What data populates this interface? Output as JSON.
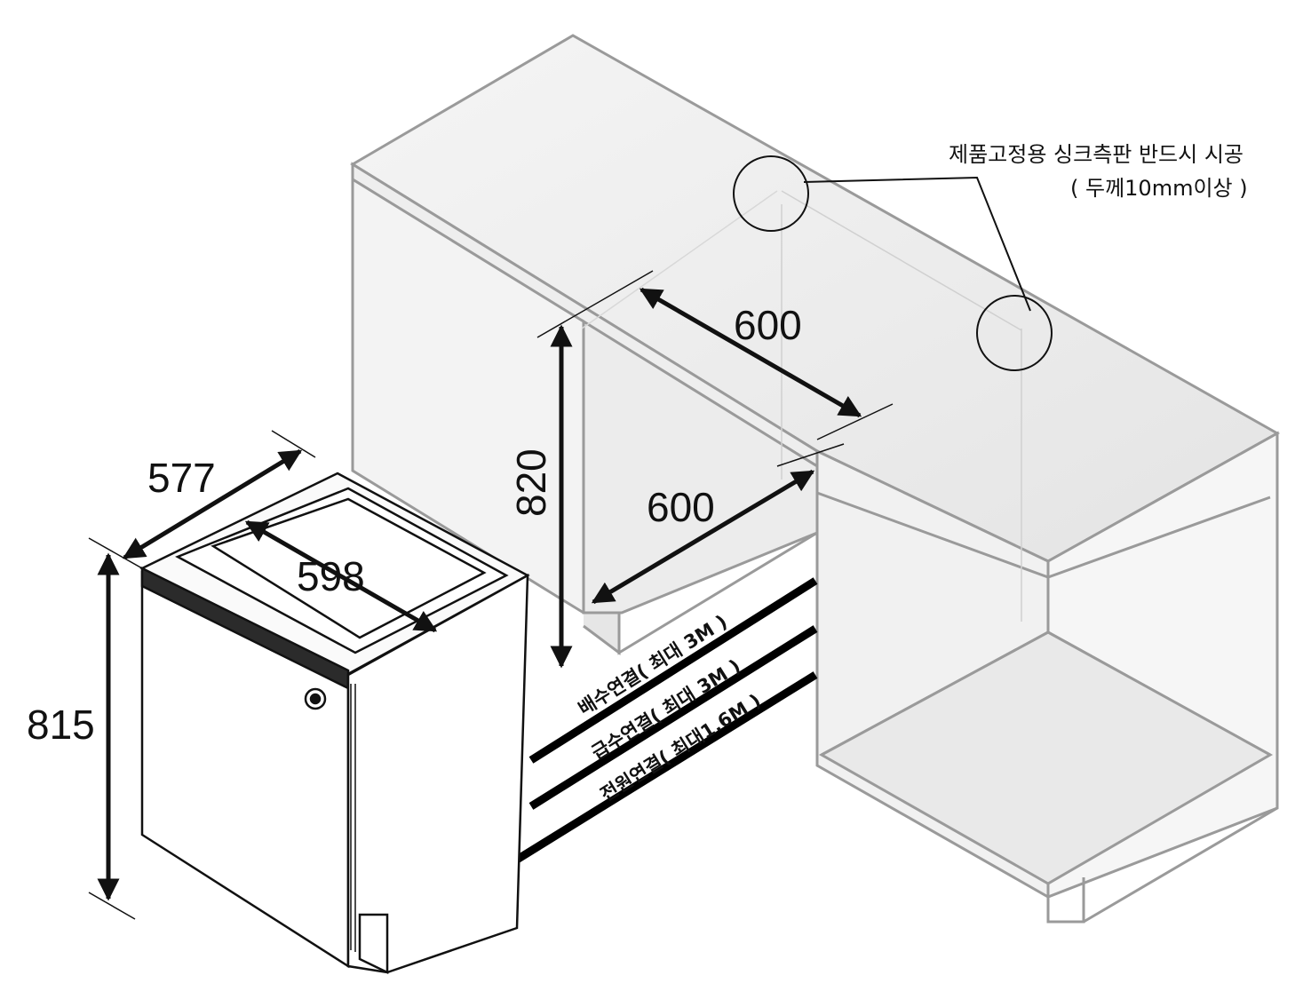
{
  "dimensions": {
    "width_577": "577",
    "depth_598": "598",
    "height_815": "815",
    "cabinet_height_820": "820",
    "opening_width_600_top": "600",
    "opening_depth_600": "600"
  },
  "note": {
    "line1": "제품고정용 싱크측판 반드시 시공",
    "line2": "( 두께10mm이상 )"
  },
  "connections": {
    "drain": "배수연결( 최대 3M )",
    "water": "급수연결( 최대 3M )",
    "power": "전원연결( 최대1.6M )"
  }
}
